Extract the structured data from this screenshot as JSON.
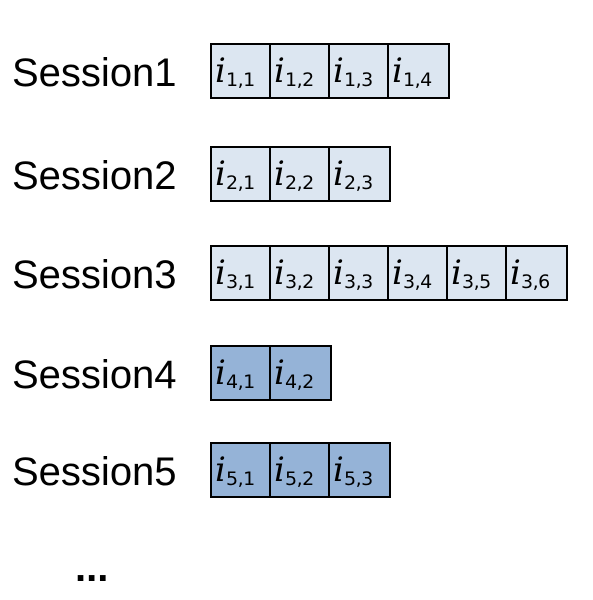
{
  "colors": {
    "light_cell": "#dce6f1",
    "dark_cell": "#95b3d7",
    "border": "#000000"
  },
  "sessions": [
    {
      "label": "Session1",
      "shade": "light",
      "items": [
        {
          "symbol": "i",
          "index": "1,1"
        },
        {
          "symbol": "i",
          "index": "1,2"
        },
        {
          "symbol": "i",
          "index": "1,3"
        },
        {
          "symbol": "i",
          "index": "1,4"
        }
      ]
    },
    {
      "label": "Session2",
      "shade": "light",
      "items": [
        {
          "symbol": "i",
          "index": "2,1"
        },
        {
          "symbol": "i",
          "index": "2,2"
        },
        {
          "symbol": "i",
          "index": "2,3"
        }
      ]
    },
    {
      "label": "Session3",
      "shade": "light",
      "items": [
        {
          "symbol": "i",
          "index": "3,1"
        },
        {
          "symbol": "i",
          "index": "3,2"
        },
        {
          "symbol": "i",
          "index": "3,3"
        },
        {
          "symbol": "i",
          "index": "3,4"
        },
        {
          "symbol": "i",
          "index": "3,5"
        },
        {
          "symbol": "i",
          "index": "3,6"
        }
      ]
    },
    {
      "label": "Session4",
      "shade": "dark",
      "items": [
        {
          "symbol": "i",
          "index": "4,1"
        },
        {
          "symbol": "i",
          "index": "4,2"
        }
      ]
    },
    {
      "label": "Session5",
      "shade": "dark",
      "items": [
        {
          "symbol": "i",
          "index": "5,1"
        },
        {
          "symbol": "i",
          "index": "5,2"
        },
        {
          "symbol": "i",
          "index": "5,3"
        }
      ]
    }
  ],
  "ellipsis": "..."
}
